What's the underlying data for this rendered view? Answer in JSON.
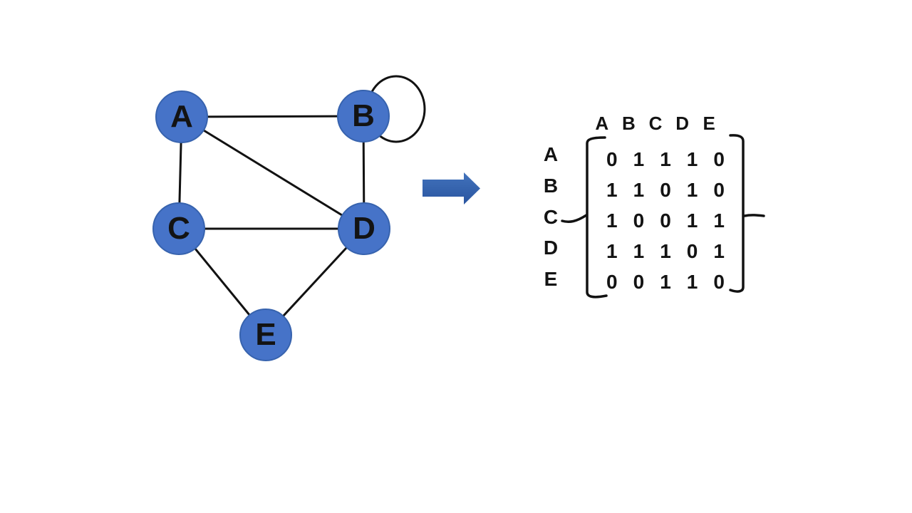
{
  "diagram": {
    "title": "graph-to-adjacency-matrix",
    "nodes": [
      {
        "id": "A",
        "label": "A"
      },
      {
        "id": "B",
        "label": "B"
      },
      {
        "id": "C",
        "label": "C"
      },
      {
        "id": "D",
        "label": "D"
      },
      {
        "id": "E",
        "label": "E"
      }
    ],
    "edges": [
      [
        "A",
        "B"
      ],
      [
        "A",
        "C"
      ],
      [
        "A",
        "D"
      ],
      [
        "B",
        "B"
      ],
      [
        "B",
        "D"
      ],
      [
        "C",
        "D"
      ],
      [
        "C",
        "E"
      ],
      [
        "D",
        "E"
      ]
    ],
    "arrow": {
      "icon": "right-block-arrow"
    }
  },
  "matrix": {
    "column_headers": [
      "A",
      "B",
      "C",
      "D",
      "E"
    ],
    "rows": [
      {
        "label": "A",
        "values": [
          "0",
          "1",
          "1",
          "1",
          "0"
        ]
      },
      {
        "label": "B",
        "values": [
          "1",
          "1",
          "0",
          "1",
          "0"
        ]
      },
      {
        "label": "C",
        "values": [
          "1",
          "0",
          "0",
          "1",
          "1"
        ]
      },
      {
        "label": "D",
        "values": [
          "1",
          "1",
          "1",
          "0",
          "1"
        ]
      },
      {
        "label": "E",
        "values": [
          "0",
          "0",
          "1",
          "1",
          "0"
        ]
      }
    ]
  },
  "colors": {
    "node_fill": "#4673C8",
    "node_border": "#3763AE",
    "arrow_top": "#4273BC",
    "arrow_bottom": "#2A55A0",
    "line": "#121212"
  }
}
